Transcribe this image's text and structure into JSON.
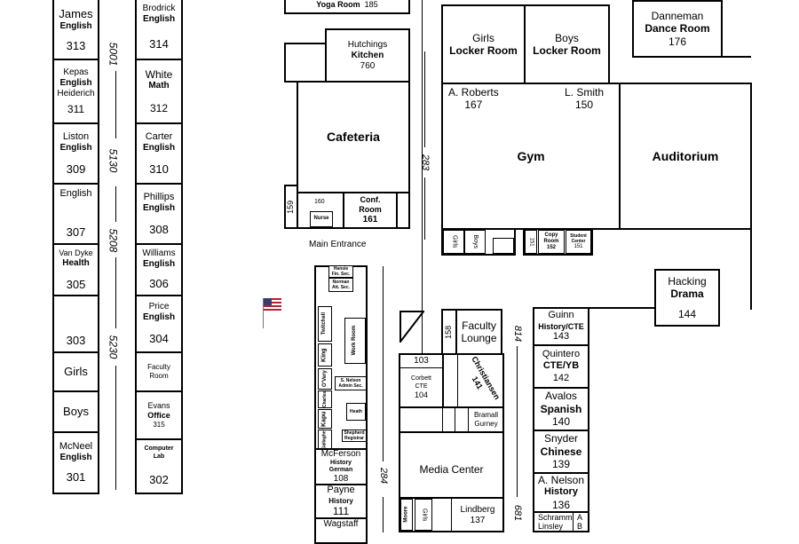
{
  "left_wing": {
    "r313": {
      "name": "James",
      "subject": "English",
      "num": "313"
    },
    "r311": {
      "name": "Kepas",
      "subject": "English",
      "name2": "Heiderich",
      "num": "311"
    },
    "r309": {
      "name": "Liston",
      "subject": "English",
      "num": "309"
    },
    "r307": {
      "name": "English",
      "num": "307"
    },
    "r305": {
      "name": "Van Dyke",
      "subject": "Health",
      "num": "305"
    },
    "r303": {
      "num": "303"
    },
    "girls": "Girls",
    "boys": "Boys",
    "r301": {
      "name": "McNeel",
      "subject": "English",
      "num": "301"
    },
    "r314": {
      "name": "Brodrick",
      "subject": "English",
      "num": "314"
    },
    "r312": {
      "name": "White",
      "subject": "Math",
      "num": "312"
    },
    "r310": {
      "name": "Carter",
      "subject": "English",
      "num": "310"
    },
    "r308": {
      "name": "Phillips",
      "subject": "English",
      "num": "308"
    },
    "r306": {
      "name": "Williams",
      "subject": "English",
      "num": "306"
    },
    "r304": {
      "name": "Price",
      "subject": "English",
      "num": "304"
    },
    "faculty_room": "Faculty Room",
    "r315": {
      "name": "Evans",
      "subject": "Office",
      "num": "315"
    },
    "r302": {
      "name": "Computer Lab",
      "num": "302"
    },
    "hall_5001": "5001",
    "hall_5130": "5130",
    "hall_5208": "5208",
    "hall_5230": "5230"
  },
  "center": {
    "yoga_room": "Yoga Room",
    "yoga_num": "185",
    "hutchings": "Hutchings",
    "kitchen": "Kitchen",
    "kitchen_num": "760",
    "cafeteria": "Cafeteria",
    "r159": "159",
    "r160": "160",
    "nurse": "Nurse",
    "conf_room": "Conf. Room",
    "conf_num": "161",
    "main_entrance": "Main Entrance",
    "hall_283": "283",
    "hall_284": "284"
  },
  "offices": {
    "hansie": "Hansie Fin. Sec.",
    "norman": "Norman Att. Sec.",
    "twitchell": "Twitchell",
    "work_room": "Work Room",
    "king": "King",
    "overy": "O'Very",
    "snelson": "S. Nelson Admin Sec.",
    "charles": "Charles",
    "kapu": "Kapu",
    "heath": "Heath",
    "gallagher": "Gallagher",
    "shepherd": "Shepherd Registrar",
    "r108": {
      "name": "McFerson",
      "subject": "History German",
      "num": "108"
    },
    "r111": {
      "name": "Payne",
      "subject": "History",
      "num": "111"
    },
    "wagstaff": "Wagstaff"
  },
  "gym_area": {
    "girls_locker_1": "Girls",
    "girls_locker_2": "Locker Room",
    "boys_locker_1": "Boys",
    "boys_locker_2": "Locker Room",
    "a_roberts": "A. Roberts",
    "r167": "167",
    "l_smith": "L. Smith",
    "r150": "150",
    "gym": "Gym",
    "auditorium": "Auditorium",
    "danneman": "Danneman",
    "dance_room": "Dance Room",
    "r176": "176",
    "rr_girls": "Girls",
    "rr_boys": "Boys",
    "r151a": "151",
    "copy_room": "Copy Room",
    "r152": "152",
    "student_center": "Student Center",
    "r151b": "151"
  },
  "media": {
    "r158": "158",
    "faculty_lounge": "Faculty Lounge",
    "r103": "103",
    "corbett": "Corbett",
    "cte": "CTE",
    "r104": "104",
    "christiansen": "Christiansen",
    "r141": "141",
    "bramall": "Bramall",
    "gurney": "Gurney",
    "media_center": "Media Center",
    "moore": "Moore",
    "girls": "Girls",
    "lindberg": "Lindberg",
    "r137": "137",
    "hall_814": "814",
    "hall_681": "681"
  },
  "right_wing": {
    "hacking": "Hacking",
    "drama": "Drama",
    "r144": "144",
    "r143": {
      "name": "Guinn",
      "subject": "History/CTE",
      "num": "143"
    },
    "r142": {
      "name": "Quintero",
      "subject": "CTE/YB",
      "num": "142"
    },
    "r140": {
      "name": "Avalos",
      "subject": "Spanish",
      "num": "140"
    },
    "r139": {
      "name": "Snyder",
      "subject": "Chinese",
      "num": "139"
    },
    "r136": {
      "name": "A. Nelson",
      "subject": "History",
      "num": "136"
    },
    "schramm": "Schramm",
    "linsley": "Linsley",
    "a": "A",
    "b": "B"
  },
  "icons": {
    "flag": "us-flag-icon"
  }
}
